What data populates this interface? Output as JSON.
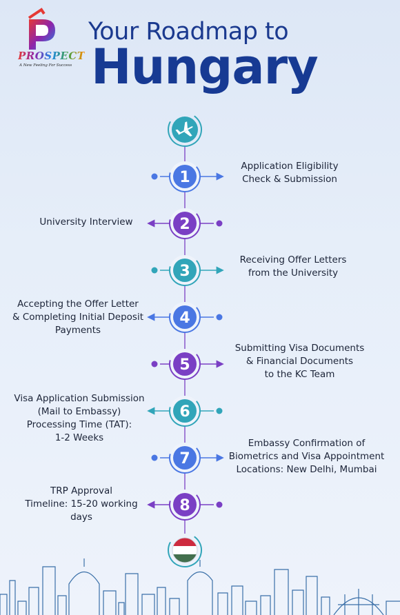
{
  "brand": {
    "name": "PROSPECT",
    "tagline": "A New Feeling For Success"
  },
  "header": {
    "line1": "Your Roadmap to",
    "line2": "Hungary"
  },
  "steps": [
    {
      "number": "1",
      "lines": [
        "Application Eligibility",
        "Check & Submission"
      ],
      "side": "right",
      "color": "#4a77e3"
    },
    {
      "number": "2",
      "lines": [
        "University Interview"
      ],
      "side": "left",
      "color": "#7a3fc4"
    },
    {
      "number": "3",
      "lines": [
        "Receiving Offer Letters",
        "from the University"
      ],
      "side": "right",
      "color": "#31a5b9"
    },
    {
      "number": "4",
      "lines": [
        "Accepting the Offer Letter",
        "& Completing Initial Deposit",
        "Payments"
      ],
      "side": "left",
      "color": "#4a77e3"
    },
    {
      "number": "5",
      "lines": [
        "Submitting Visa Documents",
        "& Financial Documents",
        "to the KC Team"
      ],
      "side": "right",
      "color": "#7a3fc4"
    },
    {
      "number": "6",
      "lines": [
        "Visa Application Submission",
        "(Mail to Embassy)",
        "Processing Time (TAT):",
        "1-2 Weeks"
      ],
      "side": "left",
      "color": "#31a5b9"
    },
    {
      "number": "7",
      "lines": [
        "Embassy Confirmation of",
        "Biometrics and Visa Appointment",
        "Locations: New Delhi, Mumbai"
      ],
      "side": "right",
      "color": "#4a77e3"
    },
    {
      "number": "8",
      "lines": [
        "TRP Approval",
        "Timeline: 15-20 working",
        "days"
      ],
      "side": "left",
      "color": "#7a3fc4"
    }
  ],
  "icons": {
    "start": "airplane-icon",
    "end": "hungary-flag-icon"
  },
  "colors": {
    "title": "#173a93",
    "blue": "#4a77e3",
    "purple": "#7a3fc4",
    "teal": "#31a5b9",
    "flag_red": "#cd2a3e",
    "flag_white": "#ffffff",
    "flag_green": "#436f4d"
  }
}
